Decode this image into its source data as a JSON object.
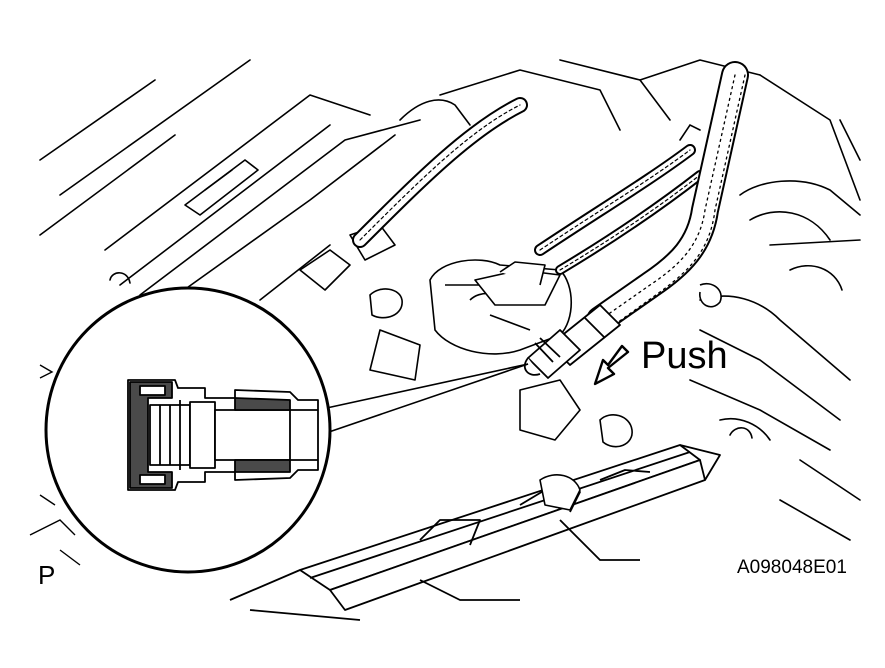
{
  "labels": {
    "push": "Push",
    "figure_code": "A098048E01",
    "view_letter": "P"
  },
  "colors": {
    "ink": "#000000",
    "paper": "#ffffff",
    "seal_fill": "#4a4a4a"
  }
}
